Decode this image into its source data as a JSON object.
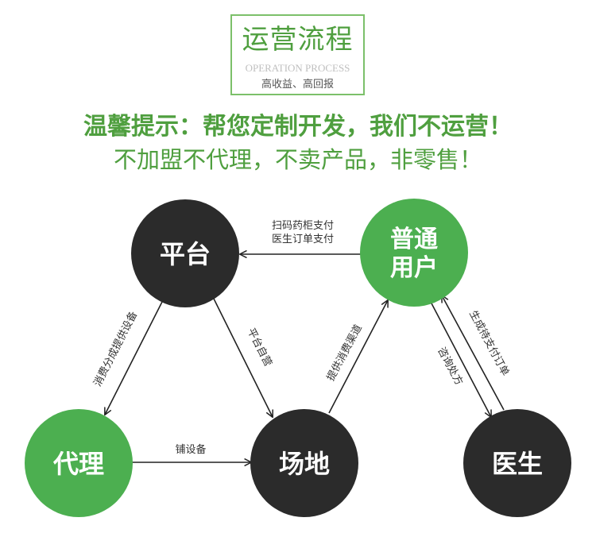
{
  "header": {
    "title": "运营流程",
    "subtitle": "OPERATION PROCESS",
    "tagline": "高收益、高回报"
  },
  "tips": {
    "line1": "温馨提示：帮您定制开发，我们不运营！",
    "line2": "不加盟不代理，不卖产品，非零售！"
  },
  "colors": {
    "green": "#4caf50",
    "dark": "#2b2b2b",
    "accent_text": "#4f9f3f"
  },
  "diagram": {
    "nodes": {
      "platform": {
        "lines": [
          "平台"
        ],
        "color": "dark"
      },
      "user": {
        "lines": [
          "普通",
          "用户"
        ],
        "color": "green"
      },
      "agent": {
        "lines": [
          "代理"
        ],
        "color": "green"
      },
      "venue": {
        "lines": [
          "场地"
        ],
        "color": "dark"
      },
      "doctor": {
        "lines": [
          "医生"
        ],
        "color": "dark"
      }
    },
    "edges": [
      {
        "from": "user",
        "to": "platform",
        "label_lines": [
          "扫码药柜支付",
          "医生订单支付"
        ]
      },
      {
        "from": "platform",
        "to": "agent",
        "label_lines": [
          "消费分成提供设备"
        ]
      },
      {
        "from": "platform",
        "to": "venue",
        "label_lines": [
          "平台自营"
        ]
      },
      {
        "from": "venue",
        "to": "user",
        "label_lines": [
          "提供消费渠道"
        ]
      },
      {
        "from": "user",
        "to": "doctor",
        "label_lines": [
          "咨询处方"
        ]
      },
      {
        "from": "doctor",
        "to": "user",
        "label_lines": [
          "生成待支付订单"
        ]
      },
      {
        "from": "agent",
        "to": "venue",
        "label_lines": [
          "铺设备"
        ]
      }
    ]
  }
}
